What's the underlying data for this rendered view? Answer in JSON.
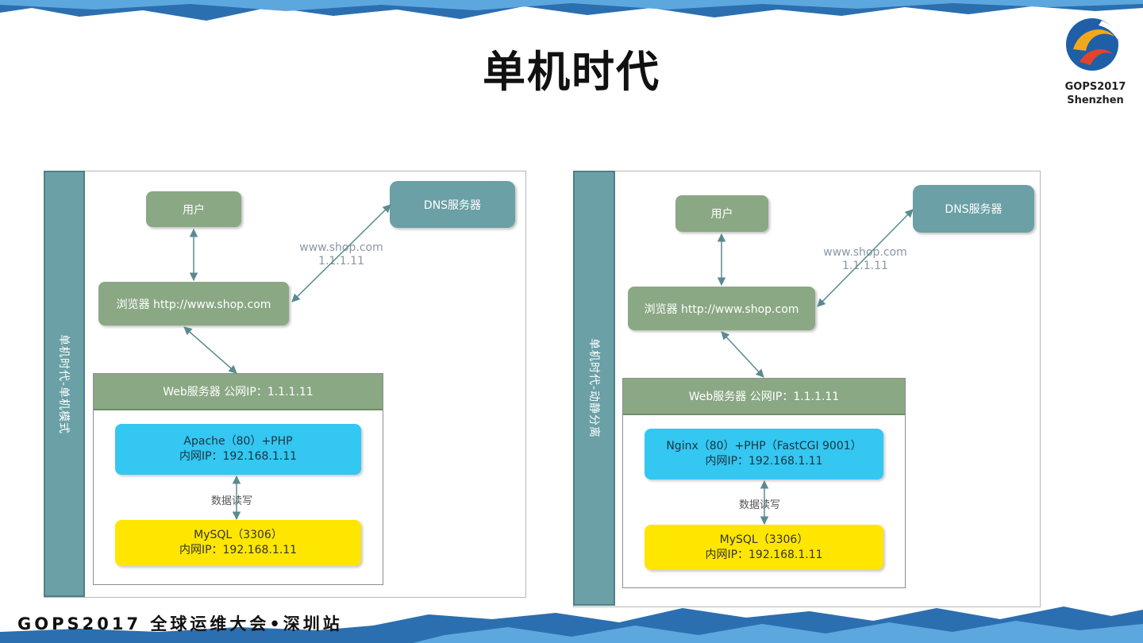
{
  "page": {
    "title": "单机时代",
    "logo": {
      "line1": "GOPS2017",
      "line2": "Shenzhen"
    },
    "footer": "GOPS2017 全球运维大会•深圳站"
  },
  "colors": {
    "node_green": "#8aa884",
    "node_teal": "#6aa0a6",
    "service_blue": "#33c7f2",
    "service_yellow": "#ffe600",
    "arrow": "#5a8a8f"
  },
  "diagrams": [
    {
      "side_label": "单机时代-单机模式",
      "user": "用户",
      "dns": "DNS服务器",
      "dns_query": {
        "domain": "www.shop.com",
        "ip": "1.1.1.11"
      },
      "browser": "浏览器  http://www.shop.com",
      "web_server": "Web服务器  公网IP：1.1.1.11",
      "app": {
        "line1": "Apache（80）+PHP",
        "line2": "内网IP：192.168.1.11"
      },
      "rw": "数据读写",
      "db": {
        "line1": "MySQL（3306）",
        "line2": "内网IP：192.168.1.11"
      }
    },
    {
      "side_label": "单机时代-动静分离",
      "user": "用户",
      "dns": "DNS服务器",
      "dns_query": {
        "domain": "www.shop.com",
        "ip": "1.1.1.11"
      },
      "browser": "浏览器  http://www.shop.com",
      "web_server": "Web服务器  公网IP：1.1.1.11",
      "app": {
        "line1": "Nginx（80）+PHP（FastCGI 9001）",
        "line2": "内网IP：192.168.1.11"
      },
      "rw": "数据读写",
      "db": {
        "line1": "MySQL（3306）",
        "line2": "内网IP：192.168.1.11"
      }
    }
  ]
}
